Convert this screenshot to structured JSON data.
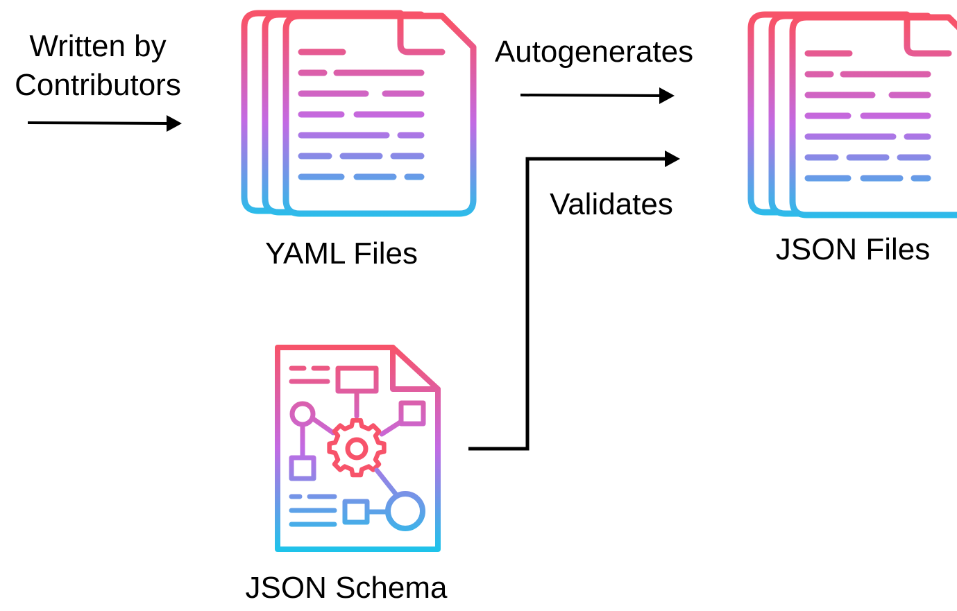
{
  "labels": {
    "written_by_line1": "Written by",
    "written_by_line2": "Contributors",
    "autogenerates": "Autogenerates",
    "validates": "Validates",
    "yaml_files": "YAML Files",
    "json_files": "JSON Files",
    "json_schema": "JSON Schema"
  },
  "colors": {
    "gradient_top": "#f7536a",
    "gradient_mid": "#c26ae4",
    "gradient_bottom": "#1ec3ea",
    "arrow": "#000000",
    "background": "#ffffff"
  },
  "icons": {
    "yaml": "file-stack-icon",
    "json": "file-stack-icon",
    "schema": "schema-document-icon"
  }
}
